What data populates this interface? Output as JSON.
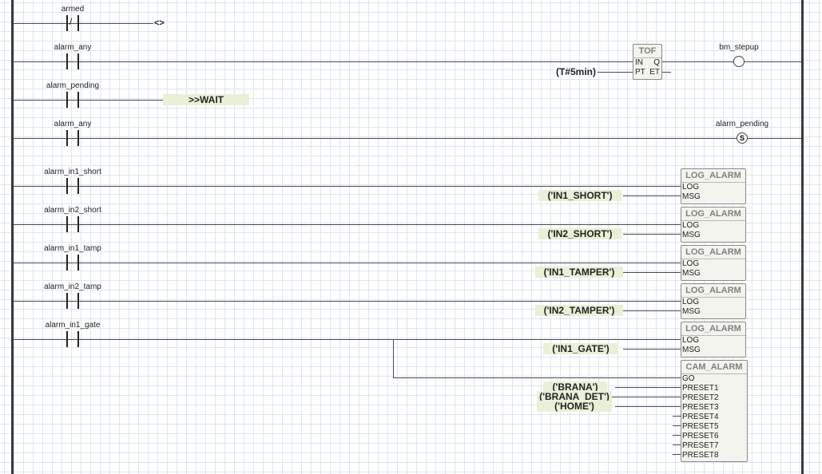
{
  "diagram": {
    "type": "ladder",
    "rungs": [
      {
        "contact": "armed",
        "negated": true,
        "negation_symbol": "/",
        "jump": "<>"
      },
      {
        "contact": "alarm_any",
        "block": "TOF",
        "block_inputs": [
          "IN",
          "PT"
        ],
        "block_outputs": [
          "Q",
          "ET"
        ],
        "param": "(T#5min)",
        "coil": "bm_stepup"
      },
      {
        "contact": "alarm_pending",
        "jump": ">>WAIT"
      },
      {
        "contact": "alarm_any",
        "coil": "alarm_pending",
        "coil_type": "S"
      },
      {
        "contact": "alarm_in1_short",
        "block": "LOG_ALARM",
        "pins": [
          "LOG",
          "MSG"
        ],
        "param": "('IN1_SHORT')"
      },
      {
        "contact": "alarm_in2_short",
        "block": "LOG_ALARM",
        "pins": [
          "LOG",
          "MSG"
        ],
        "param": "('IN2_SHORT')"
      },
      {
        "contact": "alarm_in1_tamp",
        "block": "LOG_ALARM",
        "pins": [
          "LOG",
          "MSG"
        ],
        "param": "('IN1_TAMPER')"
      },
      {
        "contact": "alarm_in2_tamp",
        "block": "LOG_ALARM",
        "pins": [
          "LOG",
          "MSG"
        ],
        "param": "('IN2_TAMPER')"
      },
      {
        "contact": "alarm_in1_gate",
        "block": "LOG_ALARM",
        "pins": [
          "LOG",
          "MSG"
        ],
        "param": "('IN1_GATE')"
      }
    ],
    "cam_alarm": {
      "title": "CAM_ALARM",
      "pins": [
        "GO",
        "PRESET1",
        "PRESET2",
        "PRESET3",
        "PRESET4",
        "PRESET5",
        "PRESET6",
        "PRESET7",
        "PRESET8"
      ],
      "params": [
        "('BRANA')",
        "('BRANA_DET')",
        "('HOME')"
      ]
    }
  }
}
